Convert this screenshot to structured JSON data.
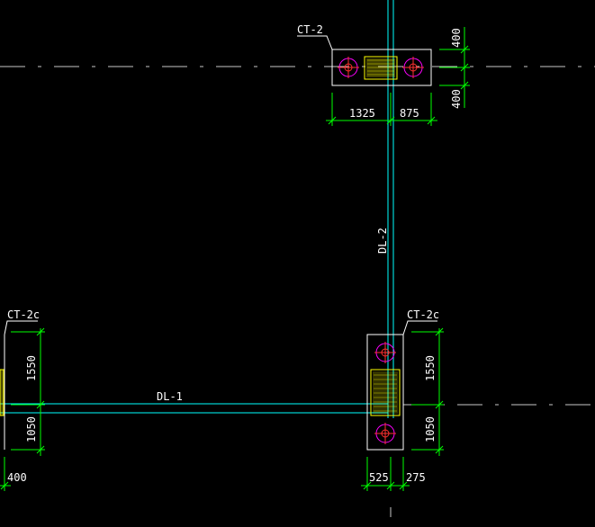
{
  "colors": {
    "background": "#000000",
    "axis_line": "#c8c8c8",
    "beam": "#00ffff",
    "cap_outline": "#ffffff",
    "pile": "#ff00ff",
    "pile_center": "#ff3030",
    "dimension": "#00ff00",
    "column_fill": "#ffff00",
    "text": "#ffffff"
  },
  "labels": {
    "cap_top": "CT-2",
    "cap_right": "CT-2c",
    "cap_left": "CT-2c",
    "beam_vertical": "DL-2",
    "beam_horizontal": "DL-1"
  },
  "dimensions": {
    "top_right_upper": "400",
    "top_right_lower": "400",
    "top_bottom_left": "1325",
    "top_bottom_right": "875",
    "right_side_upper": "1550",
    "right_side_lower": "1050",
    "right_bottom_left": "525",
    "right_bottom_right": "275",
    "left_side_upper": "1550",
    "left_side_lower": "1050",
    "left_bottom": "400"
  }
}
